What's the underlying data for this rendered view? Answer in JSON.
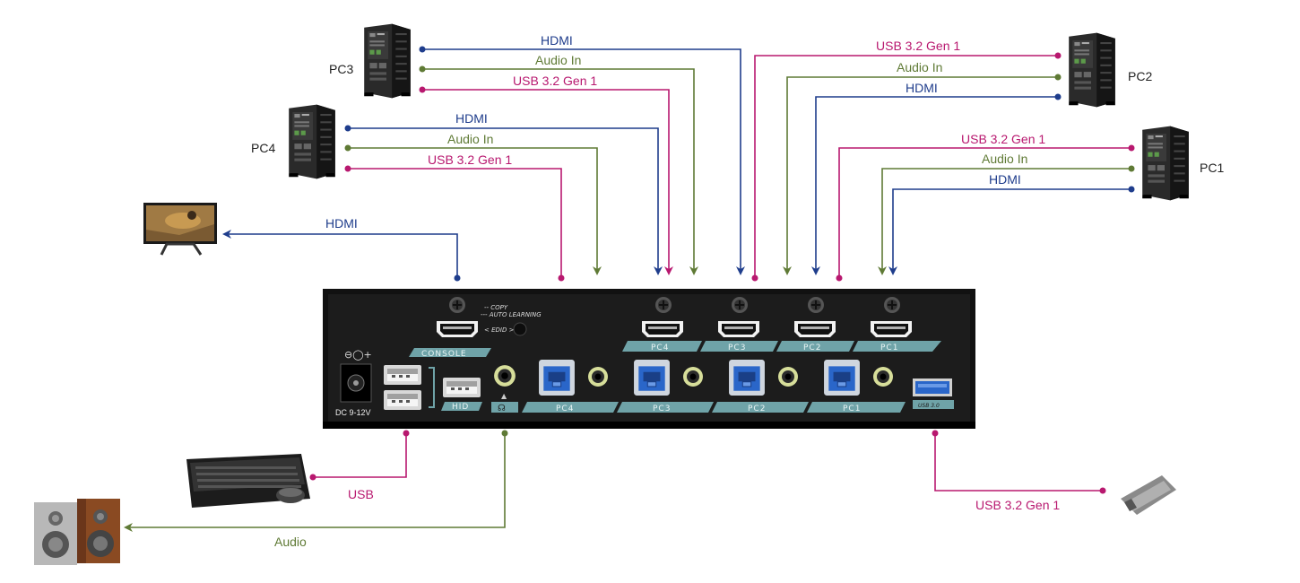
{
  "colors": {
    "hdmi": "#1f3d8c",
    "audio": "#5f7a35",
    "usb": "#b8186f",
    "panel": "#1b1b1b",
    "band": "#6fa3a8"
  },
  "computers": {
    "pc1": "PC1",
    "pc2": "PC2",
    "pc3": "PC3",
    "pc4": "PC4"
  },
  "cables": {
    "pc3": {
      "hdmi": "HDMI",
      "audio": "Audio In",
      "usb": "USB 3.2 Gen 1"
    },
    "pc4": {
      "hdmi": "HDMI",
      "audio": "Audio In",
      "usb": "USB 3.2 Gen 1"
    },
    "pc2": {
      "usb": "USB 3.2 Gen 1",
      "audio": "Audio In",
      "hdmi": "HDMI"
    },
    "pc1": {
      "usb": "USB 3.2 Gen 1",
      "audio": "Audio In",
      "hdmi": "HDMI"
    },
    "monitor": "HDMI",
    "keyboard": "USB",
    "speakers": "Audio",
    "flash_drive": "USB 3.2 Gen 1"
  },
  "device": {
    "console_label": "CONSOLE",
    "hid_label": "HID",
    "edid_copy": "-- COPY",
    "edid_auto": "--- AUTO LEARNING",
    "edid_label": "< EDID >",
    "power_label": "DC  9-12V",
    "usb3_label": "USB 3.0",
    "top_ports": [
      "PC4",
      "PC3",
      "PC2",
      "PC1"
    ],
    "bottom_ports": [
      "PC4",
      "PC3",
      "PC2",
      "PC1"
    ]
  }
}
